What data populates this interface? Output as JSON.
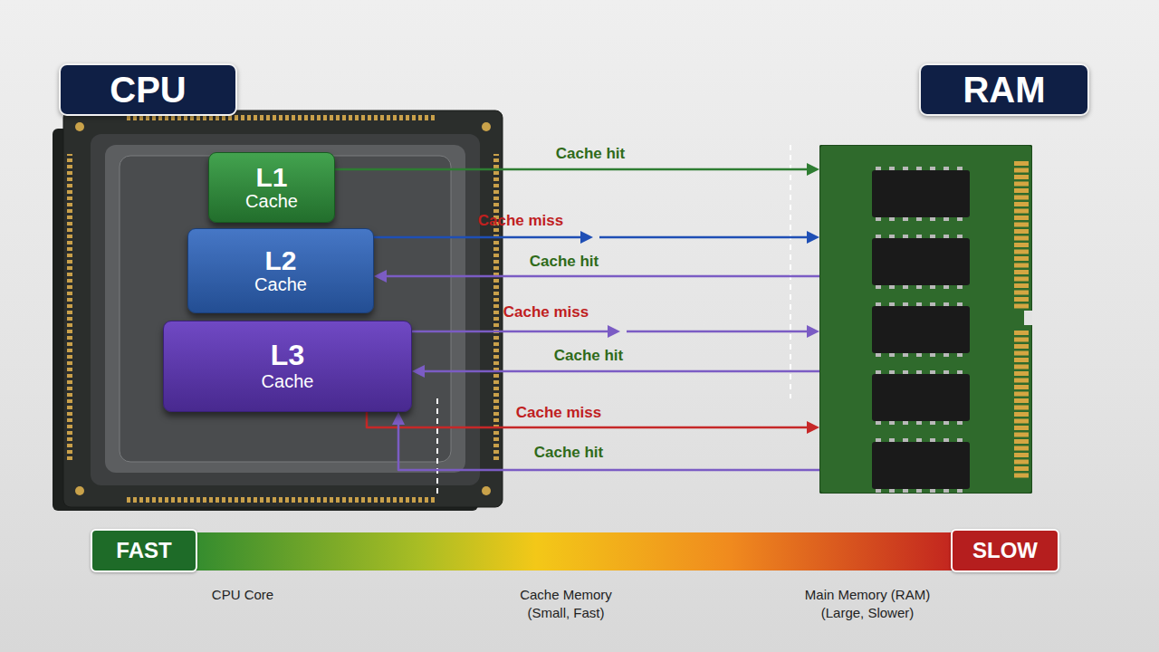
{
  "diagram": {
    "nodes": [
      {
        "text": [
          "CPU"
        ]
      },
      {
        "text": [
          "L1",
          "Cache"
        ],
        "in": 0
      },
      {
        "text": [
          "L2",
          "Cache"
        ],
        "in": 0
      },
      {
        "text": [
          "L3",
          "Cache"
        ],
        "in": 0
      },
      {
        "text": [
          "RAM"
        ]
      },
      {
        "text": [
          "FAST"
        ]
      },
      {
        "text": [
          "SLOW"
        ]
      }
    ],
    "edges": [
      {
        "from": 1,
        "to": 4,
        "label": "Cache hit",
        "arrow": "to"
      },
      {
        "from": 2,
        "to": 4,
        "label": "Cache miss",
        "arrow": "to"
      },
      {
        "from": 4,
        "to": 2,
        "label": "Cache hit",
        "arrow": "to"
      },
      {
        "from": 3,
        "to": 4,
        "label": "Cache miss",
        "arrow": "to"
      },
      {
        "from": 4,
        "to": 3,
        "label": "Cache hit",
        "arrow": "to"
      },
      {
        "from": 3,
        "to": 4,
        "label": "Cache miss",
        "arrow": "to"
      },
      {
        "from": 4,
        "to": 3,
        "label": "Cache hit",
        "arrow": "to"
      }
    ],
    "labels": [
      "CPU Core",
      "Cache Memory (Small, Fast)",
      "Main Memory (RAM) (Large, Slower)"
    ]
  }
}
